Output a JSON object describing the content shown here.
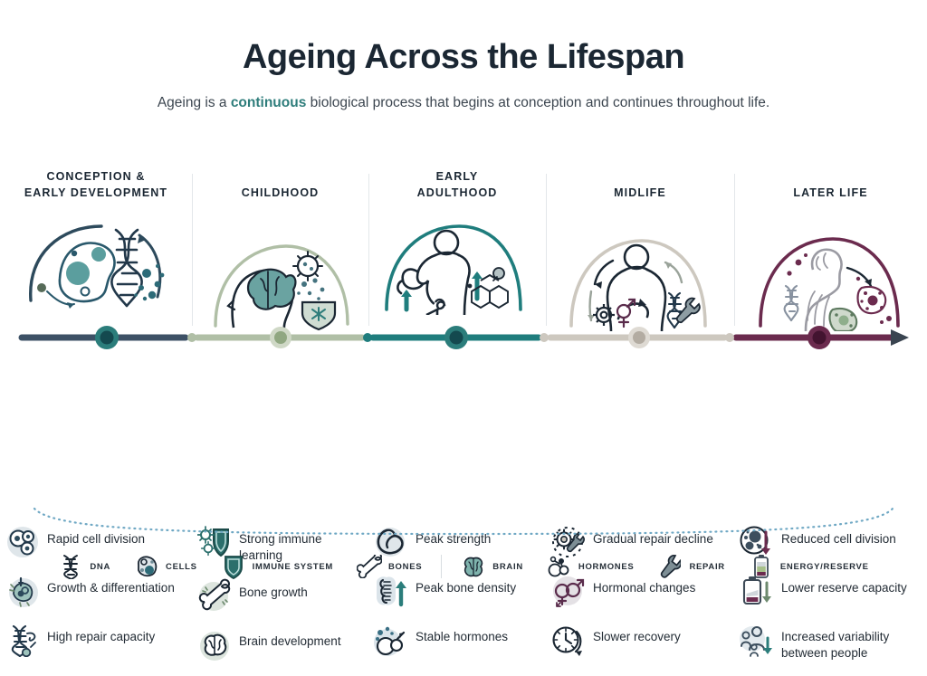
{
  "header": {
    "title": "Ageing Across the Lifespan",
    "subtitle_before": "Ageing is a ",
    "subtitle_highlight": "continuous",
    "subtitle_after": " biological process that begins at conception and continues throughout life."
  },
  "colors": {
    "conception": "#3d5166",
    "childhood": "#b0bfa6",
    "early_adulthood": "#1f7d7d",
    "midlife": "#cdc8bf",
    "later_life": "#6b2b4e",
    "accent_teal": "#2e7d7b",
    "ink": "#1b2733",
    "page_background": "#ffffff"
  },
  "stages": [
    {
      "id": "conception-early-development",
      "title": "CONCEPTION &\nEARLY DEVELOPMENT",
      "title_line1": "CONCEPTION &",
      "title_line2": "EARLY DEVELOPMENT",
      "color": "#3d5166",
      "art_icon": "cell-dna-division-art",
      "bullets": [
        {
          "icon": "dividing-cells-icon",
          "text": "Rapid cell division"
        },
        {
          "icon": "cell-differentiation-icon",
          "text": "Growth & differentiation"
        },
        {
          "icon": "dna-repair-icon",
          "text": "High repair capacity"
        }
      ]
    },
    {
      "id": "childhood",
      "title": "CHILDHOOD",
      "title_line1": "CHILDHOOD",
      "title_line2": "",
      "color": "#b0bfa6",
      "art_icon": "child-head-brain-immunity-art",
      "bullets": [
        {
          "icon": "immune-shield-icon",
          "text": "Strong immune learning"
        },
        {
          "icon": "bone-growth-icon",
          "text": "Bone growth"
        },
        {
          "icon": "brain-icon",
          "text": "Brain development"
        }
      ]
    },
    {
      "id": "early-adulthood",
      "title": "EARLY ADULTHOOD",
      "title_line1": "EARLY",
      "title_line2": "ADULTHOOD",
      "color": "#1f7d7d",
      "art_icon": "flexing-body-hormone-art",
      "bullets": [
        {
          "icon": "bicep-icon",
          "text": "Peak strength"
        },
        {
          "icon": "bone-density-up-icon",
          "text": "Peak bone density"
        },
        {
          "icon": "hormone-molecule-icon",
          "text": "Stable hormones"
        }
      ]
    },
    {
      "id": "midlife",
      "title": "MIDLIFE",
      "title_line1": "MIDLIFE",
      "title_line2": "",
      "color": "#cdc8bf",
      "art_icon": "body-repair-cycle-art",
      "bullets": [
        {
          "icon": "gear-wrench-icon",
          "text": "Gradual repair decline"
        },
        {
          "icon": "gender-symbols-icon",
          "text": "Hormonal changes"
        },
        {
          "icon": "clock-icon",
          "text": "Slower recovery"
        }
      ]
    },
    {
      "id": "later-life",
      "title": "LATER LIFE",
      "title_line1": "LATER LIFE",
      "title_line2": "",
      "color": "#6b2b4e",
      "art_icon": "elder-dna-senescent-cells-art",
      "bullets": [
        {
          "icon": "reduced-cells-icon",
          "text": "Reduced cell division"
        },
        {
          "icon": "battery-low-icon",
          "text": "Lower reserve capacity"
        },
        {
          "icon": "people-variability-icon",
          "text": "Increased variability between people"
        }
      ]
    }
  ],
  "legend": [
    {
      "icon": "dna-icon",
      "label": "DNA"
    },
    {
      "icon": "cells-icon",
      "label": "CELLS"
    },
    {
      "icon": "immune-system-icon",
      "label": "IMMUNE SYSTEM"
    },
    {
      "icon": "bones-icon",
      "label": "BONES"
    },
    {
      "icon": "brain-icon",
      "label": "BRAIN"
    },
    {
      "icon": "hormones-icon",
      "label": "HORMONES"
    },
    {
      "icon": "repair-icon",
      "label": "REPAIR"
    },
    {
      "icon": "energy-reserve-icon",
      "label": "ENERGY/RESERVE"
    }
  ]
}
